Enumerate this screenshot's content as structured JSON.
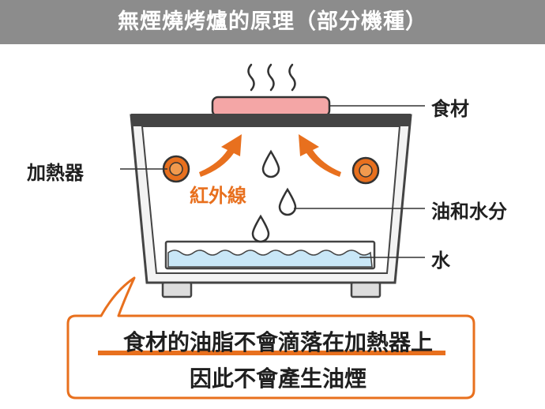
{
  "title": "無煙燒烤爐的原理（部分機種）",
  "labels": {
    "heater": "加熱器",
    "food": "食材",
    "oil_water": "油和水分",
    "water": "水",
    "infrared": "紅外線"
  },
  "callout": {
    "line1": "食材的油脂不會滴落在加熱器上",
    "line2": "因此不會產生油煙"
  },
  "colors": {
    "title_bar": "#8c8c8c",
    "accent_orange": "#e8701e",
    "food_pink": "#f4a6a6",
    "water_blue": "#c9e7f7",
    "body_gray": "#f3f3f3",
    "frame_dark": "#444444"
  },
  "icons": [
    "steam-icon",
    "infrared-arrow-icon",
    "heater-element-icon",
    "droplet-icon"
  ]
}
